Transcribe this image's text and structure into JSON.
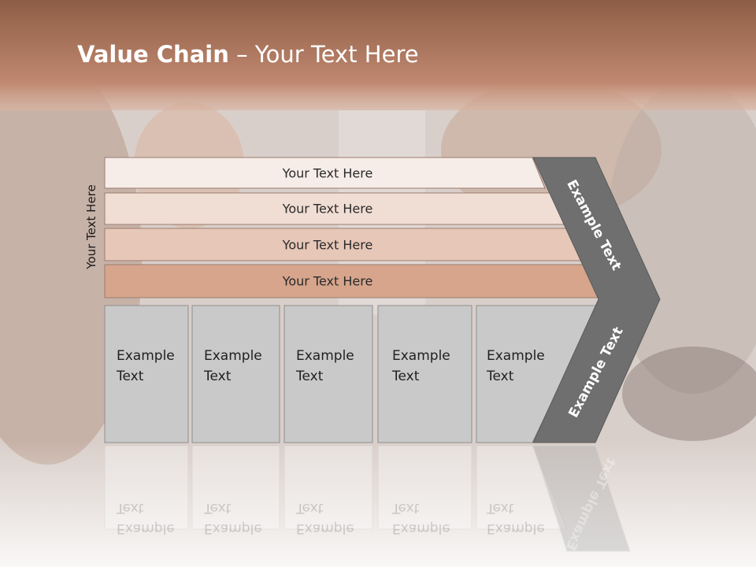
{
  "title": {
    "bold": "Value Chain",
    "rest": " – Your Text Here"
  },
  "side_label": "Your Text Here",
  "bars": [
    "Your Text Here",
    "Your Text Here",
    "Your Text Here",
    "Your Text Here"
  ],
  "boxes": [
    {
      "line1": "Example",
      "line2": "Text"
    },
    {
      "line1": "Example",
      "line2": "Text"
    },
    {
      "line1": "Example",
      "line2": "Text"
    },
    {
      "line1": "Example",
      "line2": "Text"
    },
    {
      "line1": "Example",
      "line2": "Text"
    }
  ],
  "chevron_top": "Example Text",
  "chevron_bottom": "Example Text",
  "colors": {
    "header": "#b57a5c",
    "bar1": "#f6ece8",
    "bar2": "#f0ddd4",
    "bar3": "#e7c7b8",
    "bar4": "#d6a58c",
    "box": "#c9c9c9",
    "chevron": "#6f6f6f"
  }
}
